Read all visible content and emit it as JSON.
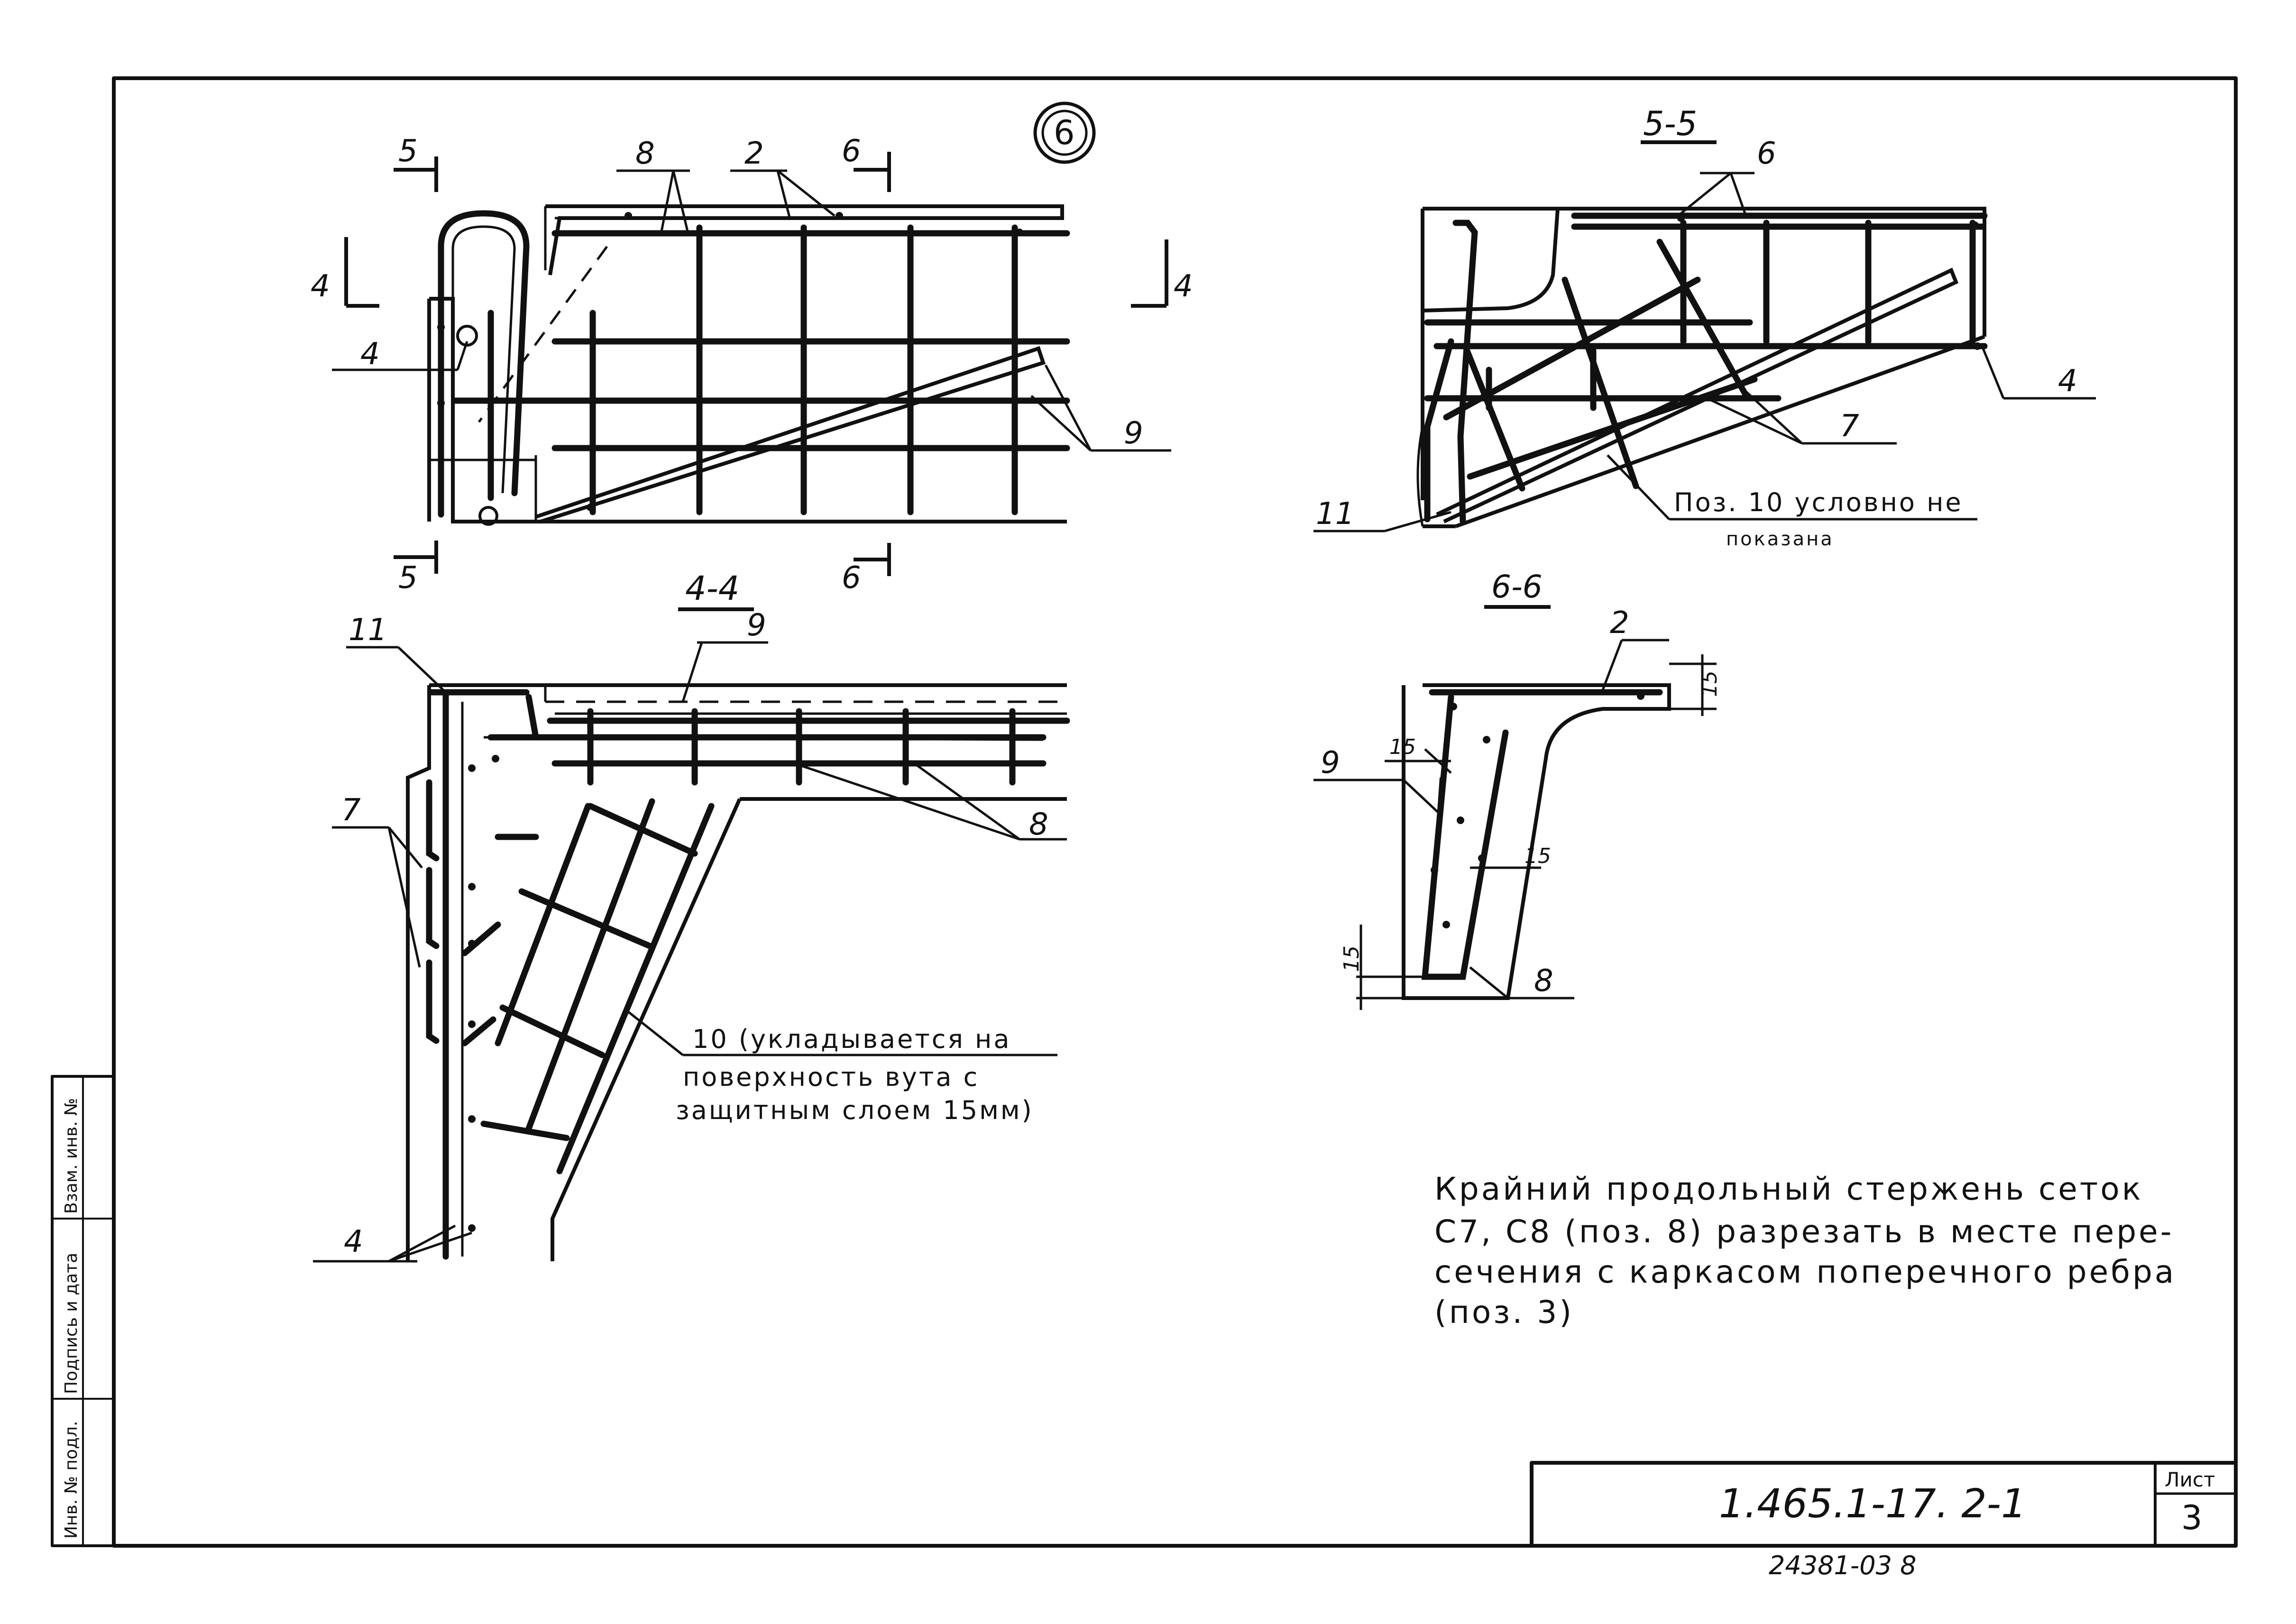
{
  "detail_mark": "6",
  "sections": {
    "s5_5": "5-5",
    "s4_4": "4-4",
    "s6_6": "6-6"
  },
  "cut_marks": {
    "m5": "5",
    "m6": "6",
    "m4": "4"
  },
  "positions": {
    "p2": "2",
    "p4": "4",
    "p6": "6",
    "p7": "7",
    "p8": "8",
    "p9": "9",
    "p11": "11"
  },
  "dimensions": {
    "d15": "15"
  },
  "notes": {
    "note_5_5_line1": "Поз. 10 условно не",
    "note_5_5_line2": "показана",
    "note_4_4_line1": "10 (укладывается на",
    "note_4_4_line2": "поверхность вута с",
    "note_4_4_line3": "защитным слоем 15мм)"
  },
  "main_note": {
    "line1": "Крайний продольный стержень сеток",
    "line2": "С7, С8 (поз. 8) разрезать в месте пере-",
    "line3": "сечения с каркасом поперечного ребра",
    "line4": "(поз. 3)"
  },
  "title_block": {
    "doc_code": "1.465.1-17. 2-1",
    "sheet_label": "Лист",
    "sheet_number": "3",
    "archive_number": "24381-03   8"
  },
  "side_stamp": {
    "inv_podl": "Инв. № подл.",
    "podpis_data": "Подпись и дата",
    "vzam_inv": "Взам. инв. №"
  }
}
